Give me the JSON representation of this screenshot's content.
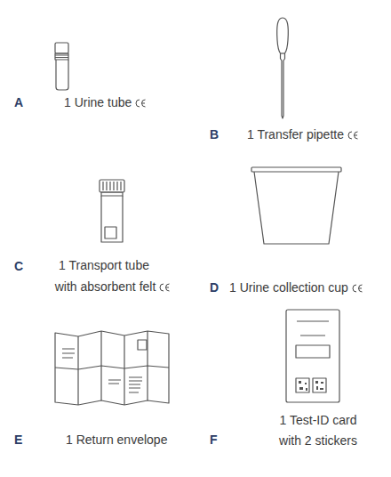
{
  "diagram": {
    "labels": [
      "A",
      "1 Urine tube",
      "B",
      "1 Transfer pipette",
      "C",
      "1 Transport tube with absorbent felt",
      "D",
      "1 Urine collection cup",
      "E",
      "1 Return envelope",
      "F",
      "1 Test-ID card with 2 stickers"
    ]
  }
}
